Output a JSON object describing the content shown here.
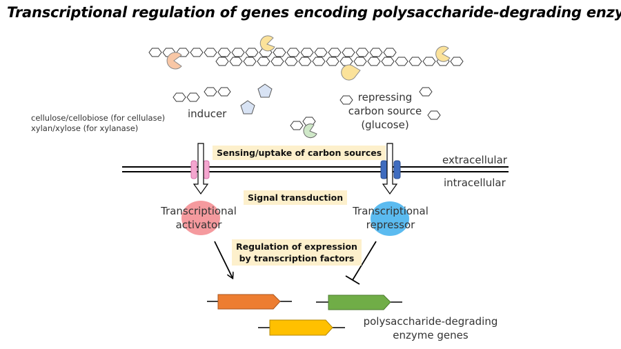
{
  "title": "Transcriptional regulation of genes encoding polysaccharide-degrading enzyme",
  "labels": {
    "inducer": "inducer",
    "repressing_source": [
      "repressing",
      "carbon source",
      "(glucose)"
    ],
    "inducer_examples": [
      "cellulose/cellobiose (for cellulase)",
      "xylan/xylose (for xylanase)"
    ],
    "extracellular": "extracellular",
    "intracellular": "intracellular",
    "activator": [
      "Transcriptional",
      "activator"
    ],
    "repressor": [
      "Transcriptional",
      "repressor"
    ],
    "genes": [
      "polysaccharide-degrading",
      "enzyme genes"
    ]
  },
  "boxes": {
    "sensing": "Sensing/uptake of carbon sources",
    "signal": "Signal transduction",
    "regulation": [
      "Regulation of expression",
      "by transcription factors"
    ]
  },
  "colors": {
    "enzyme_salmon": "#f8c7a6",
    "enzyme_yellow": "#fbe29a",
    "enzyme_green": "#cfe8c8",
    "glucose_pentagon": "#d8e3f4",
    "transporter_pink": "#f4a6cf",
    "transporter_blue": "#3f6cbf",
    "activator_fill": "#f59a9e",
    "repressor_fill": "#5bbbf0",
    "gene_orange": "#ed7d31",
    "gene_green": "#70ad47",
    "gene_yellow": "#ffc000",
    "label_box": "#fdf0cc"
  }
}
